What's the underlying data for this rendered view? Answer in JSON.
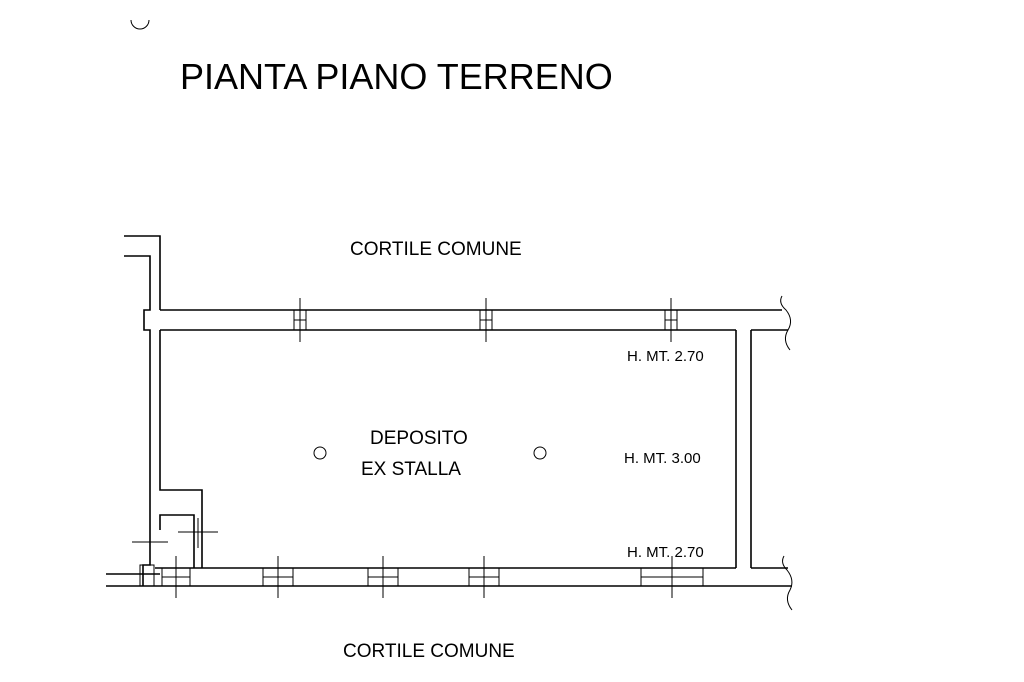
{
  "title": "PIANTA PIANO TERRENO",
  "areas": {
    "top": "CORTILE COMUNE",
    "bottom": "CORTILE COMUNE"
  },
  "room": {
    "line1": "DEPOSITO",
    "line2": "EX STALLA"
  },
  "heights": {
    "top": "H. MT. 2.70",
    "middle": "H. MT. 3.00",
    "bottom": "H. MT. 2.70"
  }
}
